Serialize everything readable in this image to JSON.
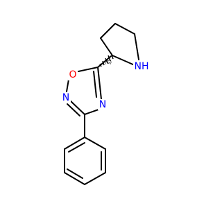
{
  "structure": {
    "atom_labels": {
      "oxygen": "O",
      "ring_n_left": "N",
      "ring_n_right": "N",
      "pyrrolidine_nh": "NH"
    },
    "stereo_label": "(S)",
    "colors": {
      "oxygen": "#ff0000",
      "nitrogen": "#0000ff",
      "bond": "#000000",
      "background": "#ffffff"
    }
  }
}
